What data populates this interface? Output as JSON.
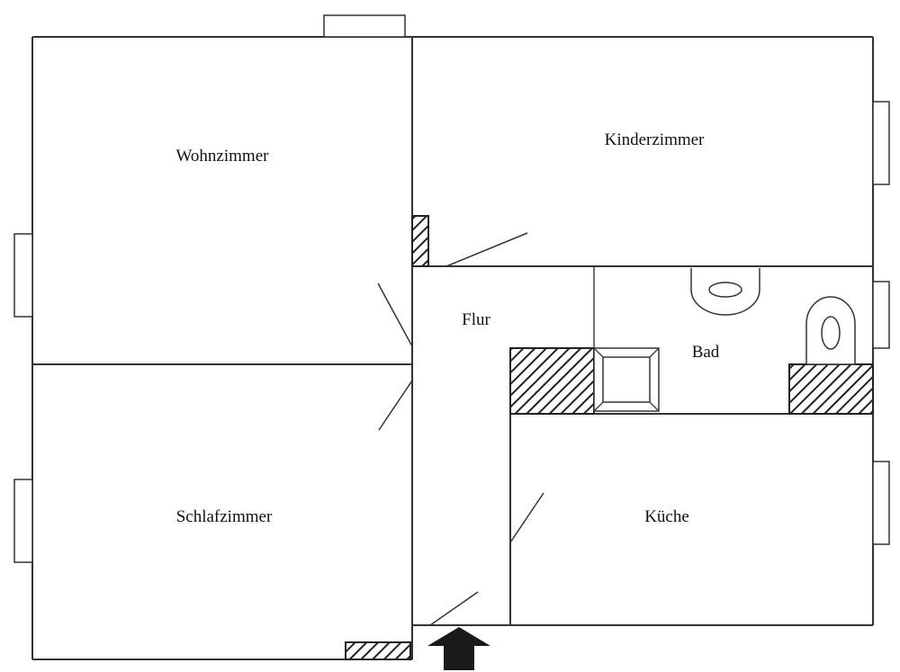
{
  "rooms": [
    {
      "id": "wohnzimmer",
      "label": "Wohnzimmer"
    },
    {
      "id": "kinderzimmer",
      "label": "Kinderzimmer"
    },
    {
      "id": "flur",
      "label": "Flur"
    },
    {
      "id": "bad",
      "label": "Bad"
    },
    {
      "id": "schlafzimmer",
      "label": "Schlafzimmer"
    },
    {
      "id": "kueche",
      "label": "Küche"
    }
  ],
  "colors": {
    "wall": "#333333",
    "hatch": "#222222",
    "background": "#ffffff"
  },
  "icons": [
    "entrance-arrow-icon",
    "toilet-icon",
    "sink-icon",
    "chimney-icon"
  ]
}
